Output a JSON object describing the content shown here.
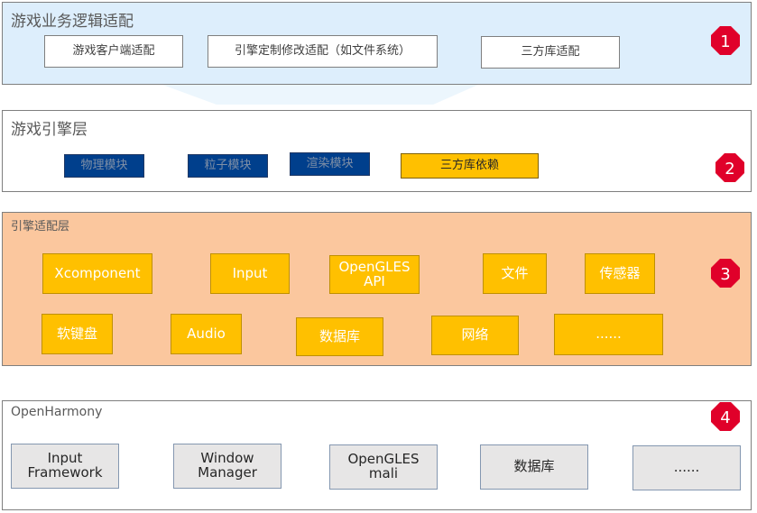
{
  "colors": {
    "layer1_bg": "#ddeefc",
    "layer3_bg": "#fbc79e",
    "badge_red": "#e0002a"
  },
  "layers": [
    {
      "title": "游戏业务逻辑适配",
      "badge": "1",
      "items": [
        "游戏客户端适配",
        "引擎定制修改适配（如文件系统）",
        "三方库适配"
      ]
    },
    {
      "title": "游戏引擎层",
      "badge": "2",
      "items": [
        "物理模块",
        "粒子模块",
        "渲染模块",
        "三方库依赖"
      ]
    },
    {
      "title": "引擎适配层",
      "badge": "3",
      "items": [
        "Xcomponent",
        "Input",
        "OpenGLES\nAPI",
        "文件",
        "传感器",
        "软键盘",
        "Audio",
        "数据库",
        "网络",
        "......"
      ]
    },
    {
      "title": "OpenHarmony",
      "badge": "4",
      "items": [
        "Input\nFramework",
        "Window\nManager",
        "OpenGLES\nmali",
        "数据库",
        "......"
      ]
    }
  ]
}
